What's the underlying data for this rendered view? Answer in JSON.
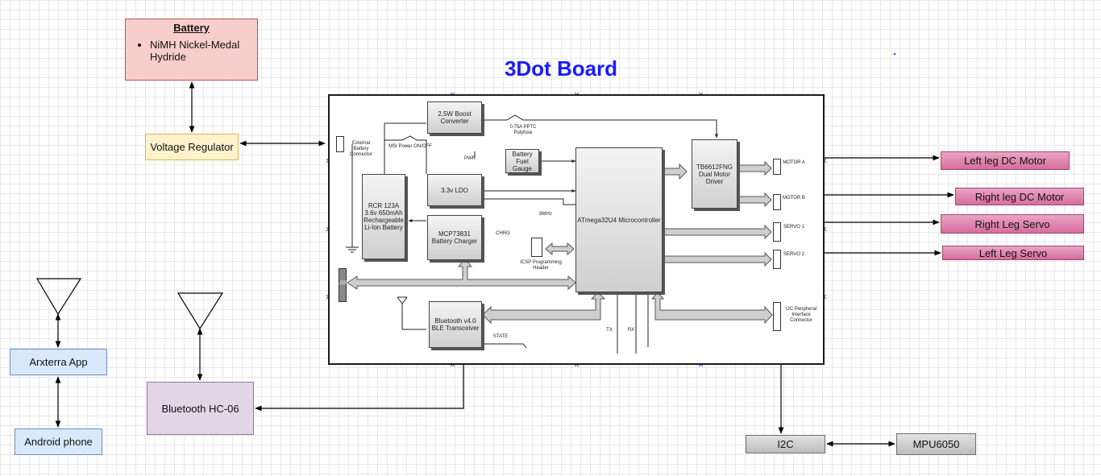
{
  "title": "3Dot Board",
  "battery": {
    "title": "Battery",
    "items": [
      "NiMH Nickel-Medal Hydride"
    ]
  },
  "voltage_regulator": "Voltage Regulator",
  "arxterra_app": "Arxterra App",
  "android_phone": "Android phone",
  "bluetooth_hc06": "Bluetooth HC-06",
  "left_leg_dc_motor": "Left leg DC Motor",
  "right_leg_dc_motor": "Right leg DC Motor",
  "right_leg_servo": "Right Leg Servo",
  "left_leg_servo": "Left Leg Servo",
  "i2c": "I2C",
  "mpu6050": "MPU6050",
  "board": {
    "boost": "2.5W Boost Converter",
    "polyfuse": "0.75A PPTC Polyfuse",
    "ldo": "3.3v LDO",
    "fuel_gauge": "Battery Fuel Gauge",
    "battery_cell": "RCR 123A 3.6v 650mAh Rechargeable Li-Ion Battery",
    "charger": "MCP73831 Battery Charger",
    "mcu": "ATmega32U4 Microcontroller",
    "driver": "TB6612FNG Dual Motor Driver",
    "bluetooth": "Bluetooth v4.0 BLE Transceiver",
    "ext_batt_conn": "External Battery Connector",
    "switch": "MSI Power ON/OFF",
    "pwr": "PWR",
    "chrg": "CHRG",
    "icsp": "ICSP Programming Header",
    "crystal": "8MHz",
    "usb": "USB",
    "tx": "TX",
    "rx": "RX",
    "state": "STATE",
    "motor_a": "MOTOR A",
    "motor_b": "MOTOR B",
    "servo1": "SERVO 1",
    "servo2": "SERVO 2",
    "i2c_conn": "I2C Peripheral Interface Connector"
  }
}
